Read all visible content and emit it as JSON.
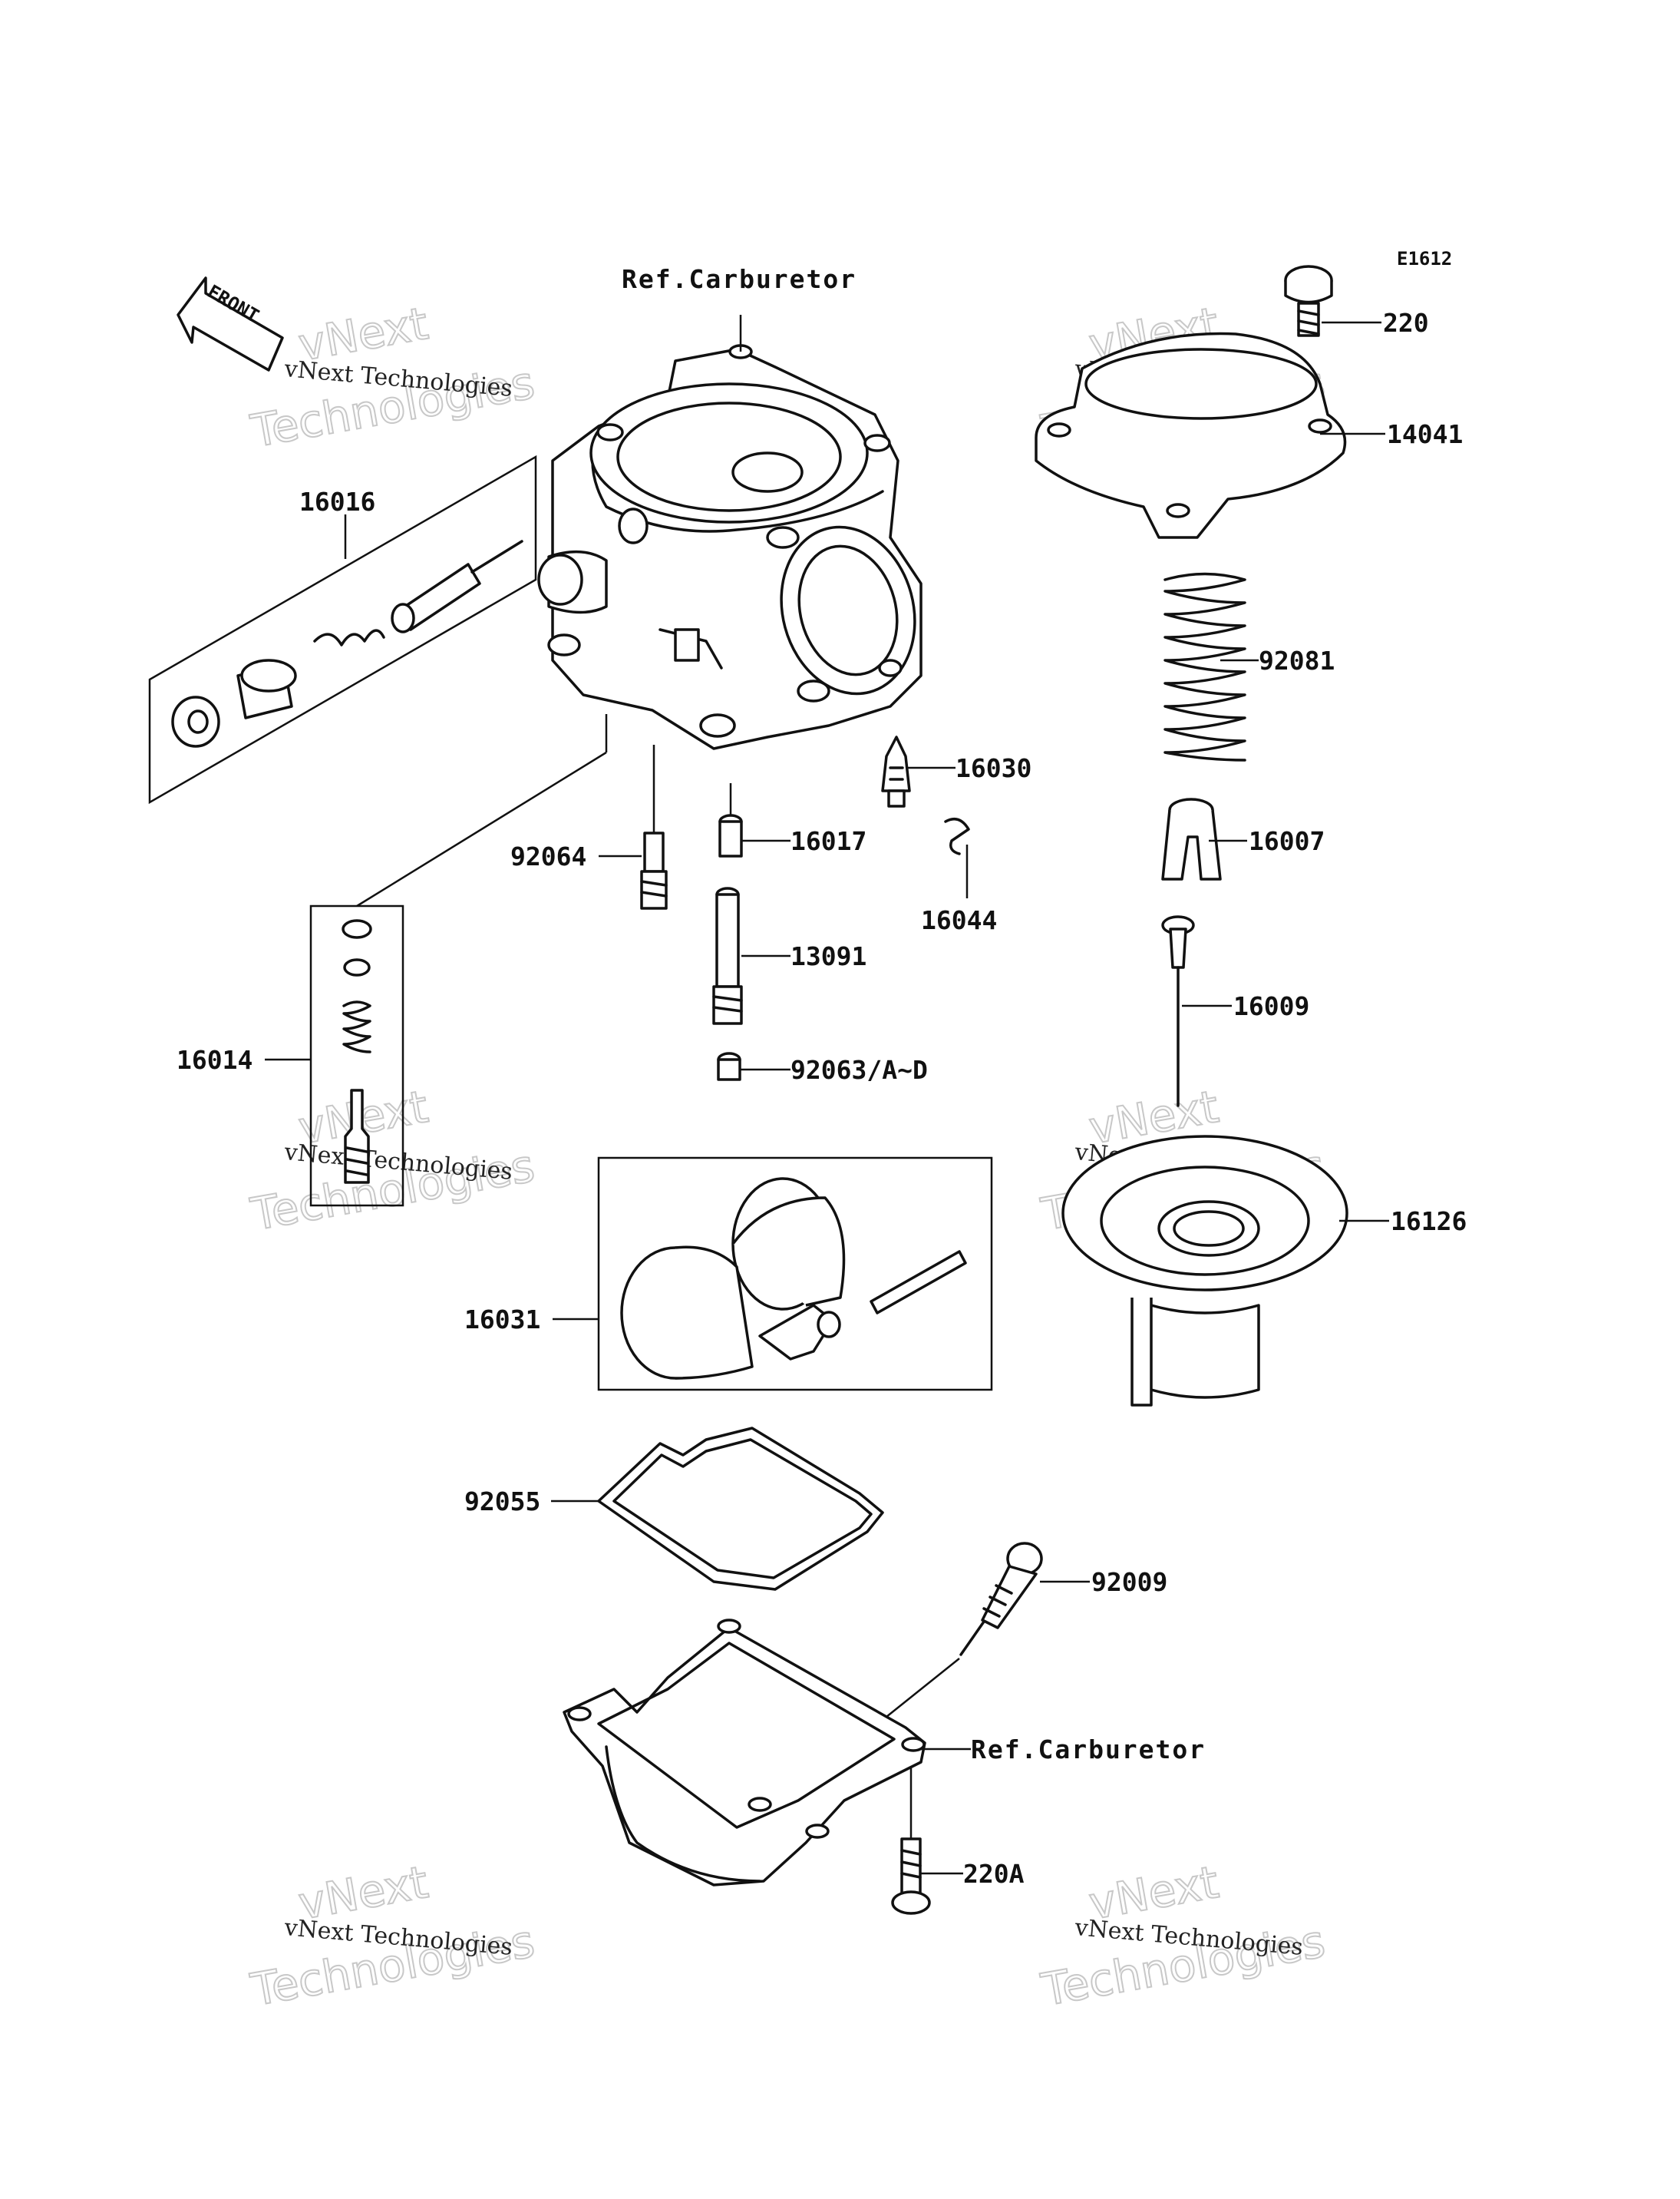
{
  "diagram": {
    "code": "E1612",
    "front_label": "FRONT",
    "ref_labels": [
      "Ref.Carburetor",
      "Ref.Carburetor"
    ],
    "parts": [
      "220",
      "14041",
      "16016",
      "92081",
      "16030",
      "16017",
      "16007",
      "92064",
      "16044",
      "13091",
      "16009",
      "92063/A~D",
      "16014",
      "16126",
      "16031",
      "92055",
      "92009",
      "220A"
    ],
    "watermark": {
      "line1": "vNext",
      "line2": "vNext Technologies",
      "line3": "Technologies"
    }
  }
}
